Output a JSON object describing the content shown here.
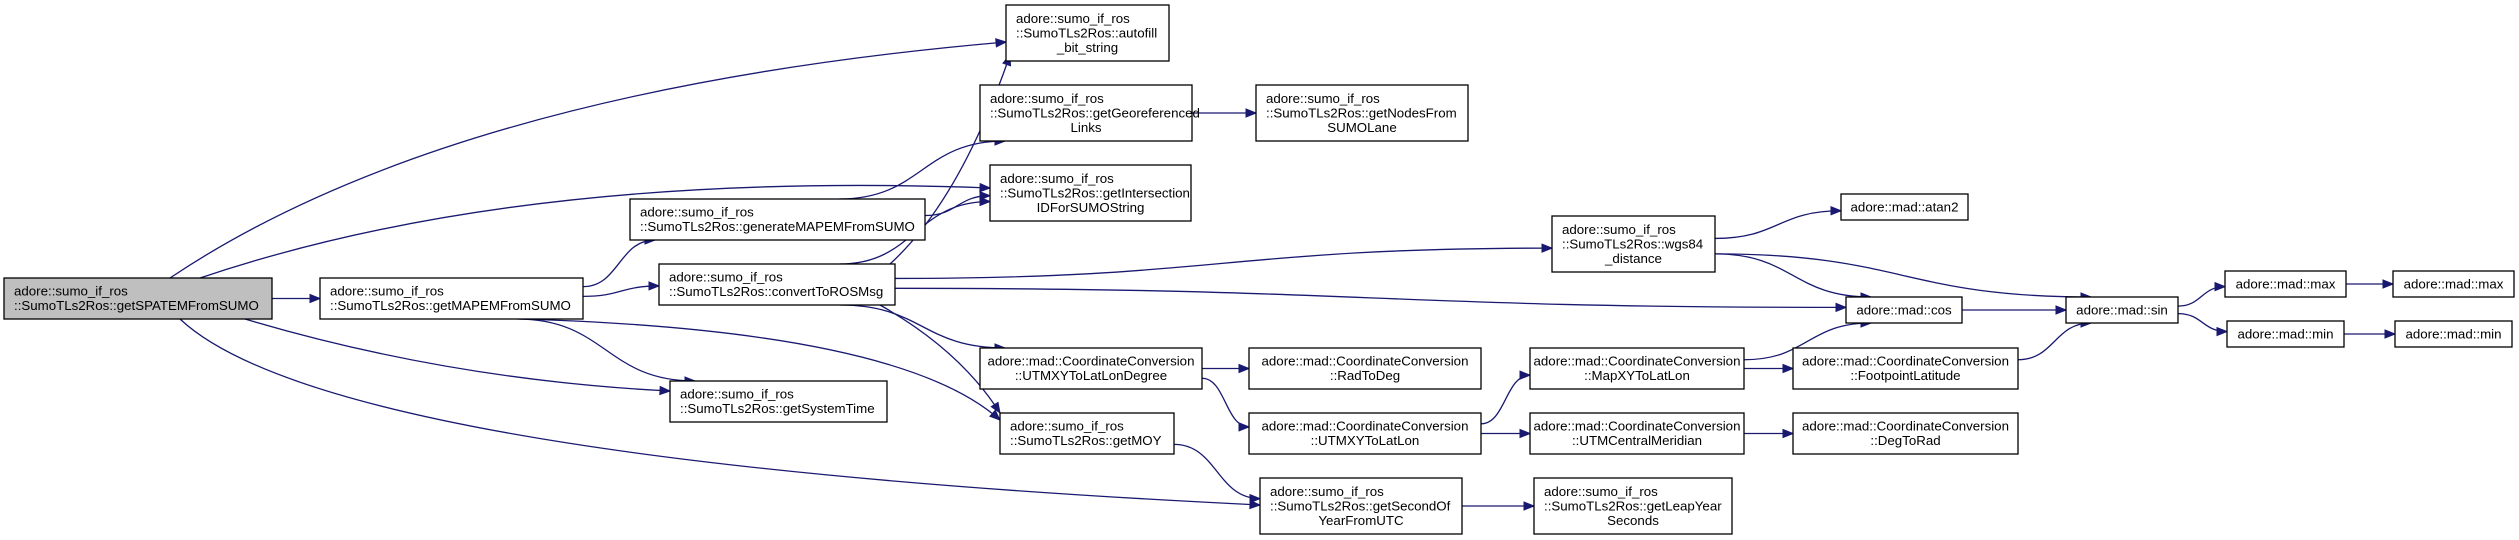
{
  "diagram": {
    "type": "call-graph",
    "colors": {
      "edge": "#191970",
      "root_fill": "#bfbfbf",
      "node_fill": "#ffffff",
      "node_border": "#000000"
    },
    "nodes": [
      {
        "id": "getSPATEMFromSUMO",
        "root": true,
        "lines": [
          "adore::sumo_if_ros",
          "::SumoTLs2Ros::getSPATEMFromSUMO"
        ],
        "align": "left"
      },
      {
        "id": "getMAPEMFromSUMO",
        "lines": [
          "adore::sumo_if_ros",
          "::SumoTLs2Ros::getMAPEMFromSUMO"
        ],
        "align": "left"
      },
      {
        "id": "generateMAPEMFromSUMO",
        "lines": [
          "adore::sumo_if_ros",
          "::SumoTLs2Ros::generateMAPEMFromSUMO"
        ],
        "align": "left"
      },
      {
        "id": "convertToROSMsg",
        "lines": [
          "adore::sumo_if_ros",
          "::SumoTLs2Ros::convertToROSMsg"
        ],
        "align": "left"
      },
      {
        "id": "getSystemTime",
        "lines": [
          "adore::sumo_if_ros",
          "::SumoTLs2Ros::getSystemTime"
        ],
        "align": "left"
      },
      {
        "id": "autofill_bit_string",
        "lines": [
          "adore::sumo_if_ros",
          "::SumoTLs2Ros::autofill",
          "_bit_string"
        ],
        "align": "left-last-center"
      },
      {
        "id": "getGeoreferencedLinks",
        "lines": [
          "adore::sumo_if_ros",
          "::SumoTLs2Ros::getGeoreferenced",
          "Links"
        ],
        "align": "left-last-center"
      },
      {
        "id": "getIntersectionIDForSUMOString",
        "lines": [
          "adore::sumo_if_ros",
          "::SumoTLs2Ros::getIntersection",
          "IDForSUMOString"
        ],
        "align": "left-last-center"
      },
      {
        "id": "getNodesFromSUMOLane",
        "lines": [
          "adore::sumo_if_ros",
          "::SumoTLs2Ros::getNodesFrom",
          "SUMOLane"
        ],
        "align": "left-last-center"
      },
      {
        "id": "UTMXYToLatLonDegree",
        "lines": [
          "adore::mad::CoordinateConversion",
          "::UTMXYToLatLonDegree"
        ],
        "align": "center"
      },
      {
        "id": "getMOY",
        "lines": [
          "adore::sumo_if_ros",
          "::SumoTLs2Ros::getMOY"
        ],
        "align": "left"
      },
      {
        "id": "getSecondOfYearFromUTC",
        "lines": [
          "adore::sumo_if_ros",
          "::SumoTLs2Ros::getSecondOf",
          "YearFromUTC"
        ],
        "align": "left-last-center"
      },
      {
        "id": "RadToDeg",
        "lines": [
          "adore::mad::CoordinateConversion",
          "::RadToDeg"
        ],
        "align": "center"
      },
      {
        "id": "UTMXYToLatLon",
        "lines": [
          "adore::mad::CoordinateConversion",
          "::UTMXYToLatLon"
        ],
        "align": "center"
      },
      {
        "id": "wgs84_distance",
        "lines": [
          "adore::sumo_if_ros",
          "::SumoTLs2Ros::wgs84",
          "_distance"
        ],
        "align": "left-last-center"
      },
      {
        "id": "MapXYToLatLon",
        "lines": [
          "adore::mad::CoordinateConversion",
          "::MapXYToLatLon"
        ],
        "align": "center"
      },
      {
        "id": "UTMCentralMeridian",
        "lines": [
          "adore::mad::CoordinateConversion",
          "::UTMCentralMeridian"
        ],
        "align": "center"
      },
      {
        "id": "getLeapYearSeconds",
        "lines": [
          "adore::sumo_if_ros",
          "::SumoTLs2Ros::getLeapYear",
          "Seconds"
        ],
        "align": "left-last-center"
      },
      {
        "id": "atan2",
        "lines": [
          "adore::mad::atan2"
        ],
        "align": "center"
      },
      {
        "id": "cos",
        "lines": [
          "adore::mad::cos"
        ],
        "align": "center"
      },
      {
        "id": "FootpointLatitude",
        "lines": [
          "adore::mad::CoordinateConversion",
          "::FootpointLatitude"
        ],
        "align": "center"
      },
      {
        "id": "DegToRad",
        "lines": [
          "adore::mad::CoordinateConversion",
          "::DegToRad"
        ],
        "align": "center"
      },
      {
        "id": "sin",
        "lines": [
          "adore::mad::sin"
        ],
        "align": "center"
      },
      {
        "id": "max1",
        "lines": [
          "adore::mad::max"
        ],
        "align": "center"
      },
      {
        "id": "min1",
        "lines": [
          "adore::mad::min"
        ],
        "align": "center"
      },
      {
        "id": "max2",
        "lines": [
          "adore::mad::max"
        ],
        "align": "center"
      },
      {
        "id": "min2",
        "lines": [
          "adore::mad::min"
        ],
        "align": "center"
      }
    ],
    "edges": [
      {
        "from": "getSPATEMFromSUMO",
        "to": "getMAPEMFromSUMO"
      },
      {
        "from": "getSPATEMFromSUMO",
        "to": "autofill_bit_string"
      },
      {
        "from": "getSPATEMFromSUMO",
        "to": "getIntersectionIDForSUMOString"
      },
      {
        "from": "getSPATEMFromSUMO",
        "to": "getSystemTime"
      },
      {
        "from": "getSPATEMFromSUMO",
        "to": "getSecondOfYearFromUTC"
      },
      {
        "from": "getMAPEMFromSUMO",
        "to": "generateMAPEMFromSUMO"
      },
      {
        "from": "getMAPEMFromSUMO",
        "to": "convertToROSMsg"
      },
      {
        "from": "getMAPEMFromSUMO",
        "to": "getSystemTime"
      },
      {
        "from": "getMAPEMFromSUMO",
        "to": "getMOY"
      },
      {
        "from": "generateMAPEMFromSUMO",
        "to": "getGeoreferencedLinks"
      },
      {
        "from": "generateMAPEMFromSUMO",
        "to": "getIntersectionIDForSUMOString"
      },
      {
        "from": "convertToROSMsg",
        "to": "autofill_bit_string"
      },
      {
        "from": "convertToROSMsg",
        "to": "getIntersectionIDForSUMOString"
      },
      {
        "from": "convertToROSMsg",
        "to": "wgs84_distance"
      },
      {
        "from": "convertToROSMsg",
        "to": "cos"
      },
      {
        "from": "convertToROSMsg",
        "to": "UTMXYToLatLonDegree"
      },
      {
        "from": "convertToROSMsg",
        "to": "getMOY"
      },
      {
        "from": "getGeoreferencedLinks",
        "to": "getNodesFromSUMOLane"
      },
      {
        "from": "wgs84_distance",
        "to": "atan2"
      },
      {
        "from": "wgs84_distance",
        "to": "cos"
      },
      {
        "from": "wgs84_distance",
        "to": "sin"
      },
      {
        "from": "UTMXYToLatLonDegree",
        "to": "RadToDeg"
      },
      {
        "from": "UTMXYToLatLonDegree",
        "to": "UTMXYToLatLon"
      },
      {
        "from": "UTMXYToLatLon",
        "to": "MapXYToLatLon"
      },
      {
        "from": "UTMXYToLatLon",
        "to": "UTMCentralMeridian"
      },
      {
        "from": "MapXYToLatLon",
        "to": "cos"
      },
      {
        "from": "MapXYToLatLon",
        "to": "FootpointLatitude"
      },
      {
        "from": "FootpointLatitude",
        "to": "sin"
      },
      {
        "from": "UTMCentralMeridian",
        "to": "DegToRad"
      },
      {
        "from": "cos",
        "to": "sin"
      },
      {
        "from": "sin",
        "to": "max1"
      },
      {
        "from": "sin",
        "to": "min1"
      },
      {
        "from": "max1",
        "to": "max2"
      },
      {
        "from": "min1",
        "to": "min2"
      },
      {
        "from": "getMOY",
        "to": "getSecondOfYearFromUTC"
      },
      {
        "from": "getSecondOfYearFromUTC",
        "to": "getLeapYearSeconds"
      }
    ]
  }
}
